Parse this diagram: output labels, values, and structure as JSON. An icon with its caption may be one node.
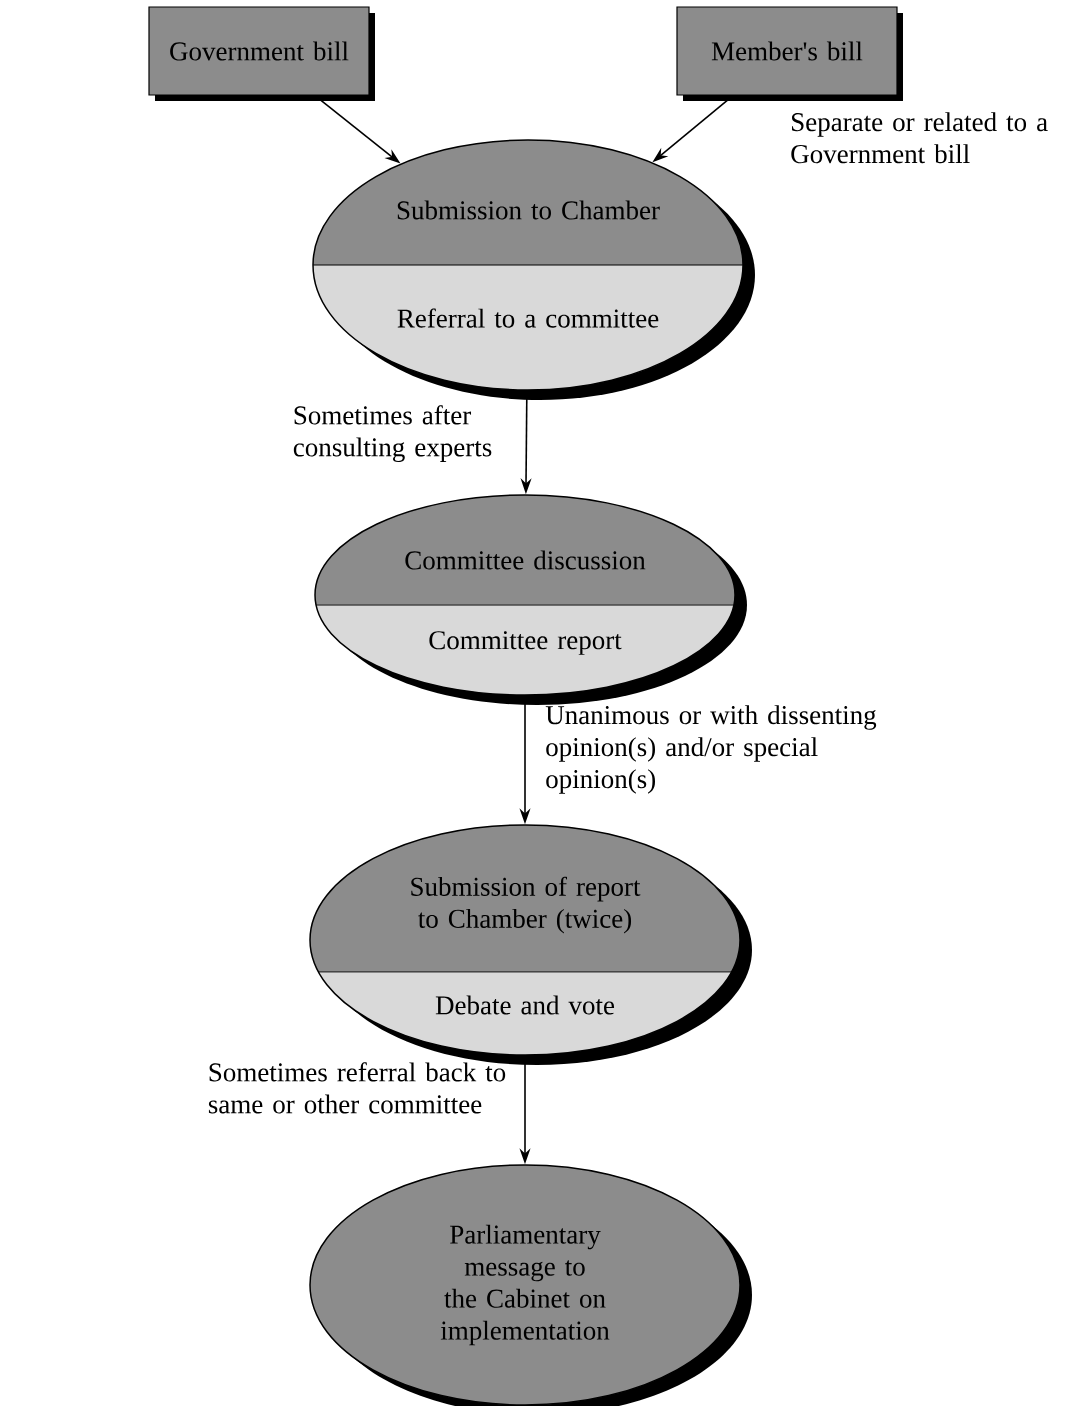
{
  "diagram": {
    "nodes": [
      {
        "text": [
          "Government bill"
        ]
      },
      {
        "text": [
          "Member's bill"
        ]
      },
      {
        "text": [
          "Submission to Chamber",
          "Referral to a committee"
        ]
      },
      {
        "text": [
          "Committee discussion",
          "Committee report"
        ]
      },
      {
        "text": [
          "Submission of report to Chamber (twice)",
          "Debate and vote"
        ]
      },
      {
        "text": [
          "Parliamentary message to the Cabinet on implementation"
        ]
      }
    ],
    "edges": [
      {
        "from": 0,
        "to": 2,
        "arrow": "to"
      },
      {
        "from": 1,
        "to": 2,
        "arrow": "to",
        "label": "Separate or related to a Government bill"
      },
      {
        "from": 2,
        "to": 3,
        "arrow": "to",
        "label": "Sometimes after consulting experts"
      },
      {
        "from": 3,
        "to": 4,
        "arrow": "to",
        "label": "Unanimous or with dissenting opinion(s) and/or special opinion(s)"
      },
      {
        "from": 4,
        "to": 5,
        "arrow": "to",
        "label": "Sometimes referral back to same or other committee"
      }
    ]
  }
}
